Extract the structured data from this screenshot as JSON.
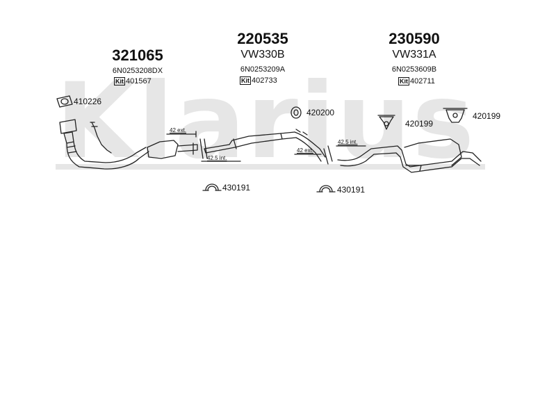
{
  "watermark": {
    "text": "Klarius"
  },
  "assemblies": [
    {
      "code": "321065",
      "model": "",
      "oem": "6N0253208DX",
      "kit_label": "Kit",
      "kit_number": "401567"
    },
    {
      "code": "220535",
      "model": "VW330B",
      "oem": "6N0253209A",
      "kit_label": "Kit",
      "kit_number": "402733"
    },
    {
      "code": "230590",
      "model": "VW331A",
      "oem": "6N0253609B",
      "kit_label": "Kit",
      "kit_number": "402711"
    }
  ],
  "parts": {
    "p410226": "410226",
    "p420200": "420200",
    "p420199_a": "420199",
    "p420199_b": "420199",
    "p430191_a": "430191",
    "p430191_b": "430191"
  },
  "dimensions": {
    "d1_ext": "42 ext.",
    "d1_int": "42.5 int.",
    "d2_ext": "42 ext.",
    "d2_int": "42.5 int."
  },
  "colors": {
    "line": "#222222",
    "watermark": "#e6e6e6"
  }
}
